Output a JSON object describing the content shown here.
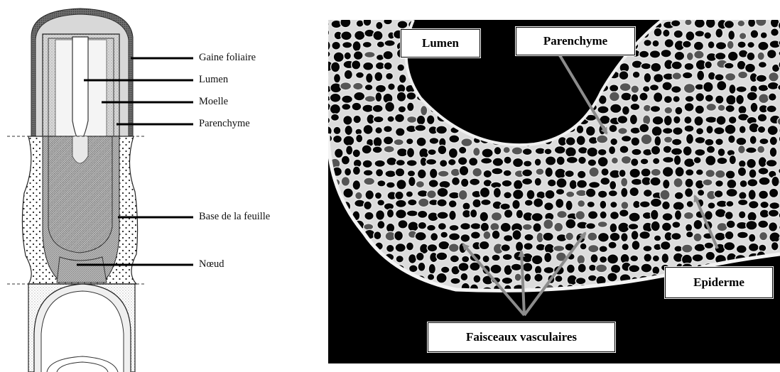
{
  "left_diagram": {
    "labels": {
      "gaine_foliaire": "Gaine foliaire",
      "lumen": "Lumen",
      "moelle": "Moelle",
      "parenchyme": "Parenchyme",
      "base_feuille": "Base de la feuille",
      "noeud": "Nœud"
    }
  },
  "micrograph": {
    "labels": {
      "lumen": "Lumen",
      "parenchyme": "Parenchyme",
      "epiderme": "Epiderme",
      "faisceaux": "Faisceaux vasculaires"
    }
  },
  "colors": {
    "background": "#ffffff",
    "photo_background": "#000000",
    "arrow": "#8c8c8c",
    "cell_wall": "#e6e6e6",
    "sheath": "#777777"
  }
}
